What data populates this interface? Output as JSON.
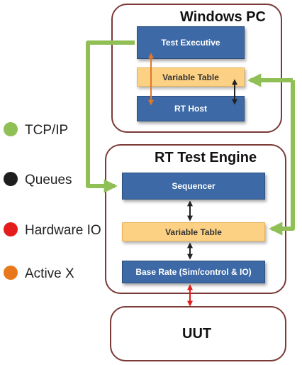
{
  "windows_pc": {
    "title": "Windows PC",
    "test_executive": "Test Executive",
    "variable_table": "Variable Table",
    "rt_host": "RT Host"
  },
  "rt_engine": {
    "title": "RT Test Engine",
    "sequencer": "Sequencer",
    "variable_table": "Variable Table",
    "base_rate": "Base Rate (Sim/control & IO)"
  },
  "uut": {
    "title": "UUT"
  },
  "legend": [
    {
      "label": "TCP/IP",
      "color": "#8fbf55"
    },
    {
      "label": "Queues",
      "color": "#1e1e1e"
    },
    {
      "label": "Hardware IO",
      "color": "#e51c1c"
    },
    {
      "label": "Active X",
      "color": "#e8771c"
    }
  ],
  "colors": {
    "tcpip": "#8fbf55",
    "queues": "#222222",
    "hardware_io": "#e01b1b",
    "activex": "#e0772a"
  }
}
